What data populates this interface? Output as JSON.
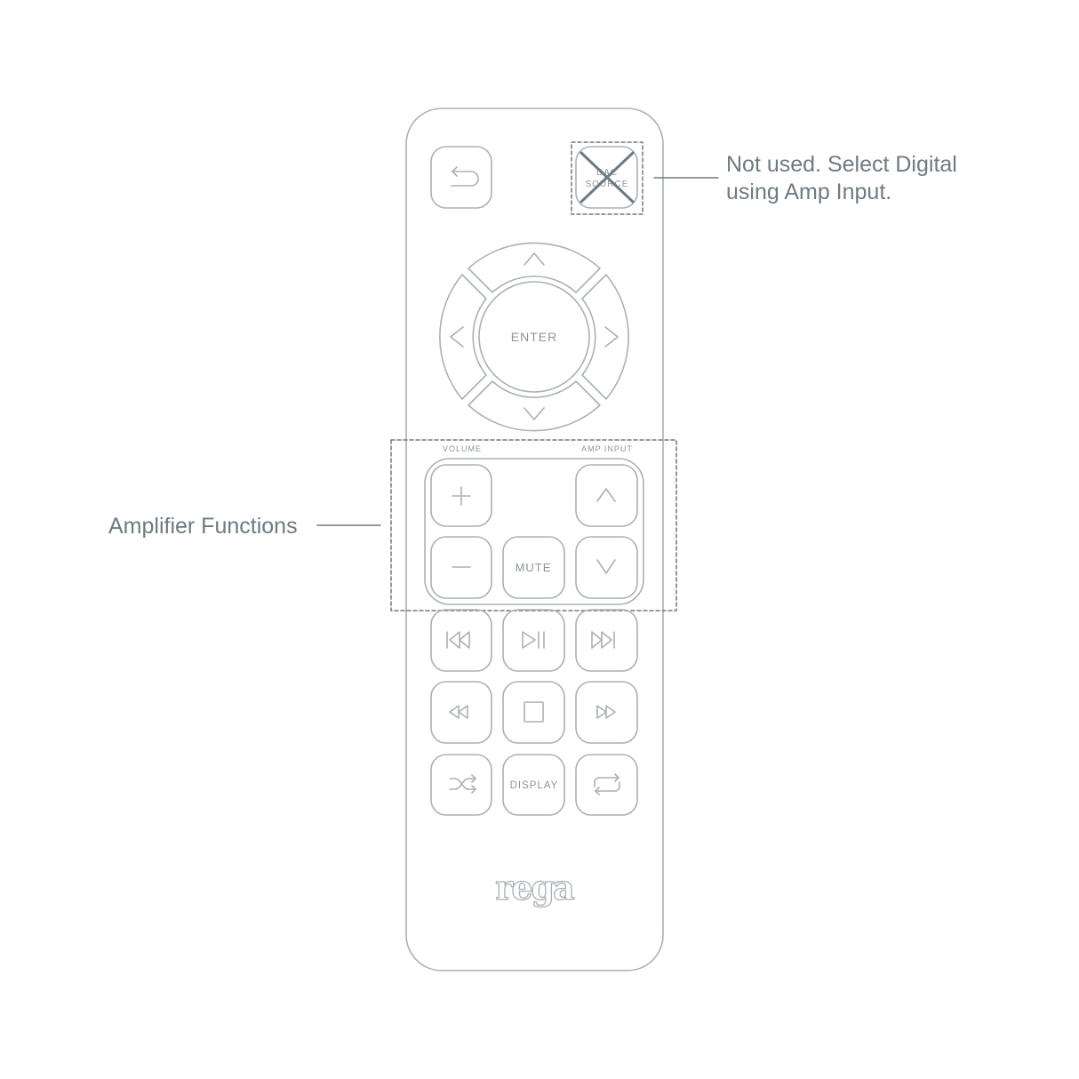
{
  "colors": {
    "outline": "#a9b1b6",
    "line": "#6e7a82",
    "text": "#8c959b",
    "annotation": "#6e7a82",
    "background": "#ffffff"
  },
  "annotations": {
    "source_note_line1": "Not used. Select Digital",
    "source_note_line2": "using Amp Input.",
    "amplifier_functions": "Amplifier Functions"
  },
  "remote": {
    "source_button": {
      "label_line1": "DAC",
      "label_line2": "SOURCE",
      "crossed_out": true
    },
    "enter_label": "ENTER",
    "volume_label": "VOLUME",
    "amp_input_label": "AMP INPUT",
    "mute_label": "MUTE",
    "display_label": "DISPLAY",
    "brand_logo": "rega",
    "icons": [
      "back-arrow-icon",
      "up-icon",
      "down-icon",
      "left-icon",
      "right-icon",
      "plus-icon",
      "minus-icon",
      "skip-back-icon",
      "play-pause-icon",
      "skip-forward-icon",
      "rewind-icon",
      "stop-icon",
      "fast-forward-icon",
      "shuffle-icon",
      "repeat-icon"
    ]
  }
}
